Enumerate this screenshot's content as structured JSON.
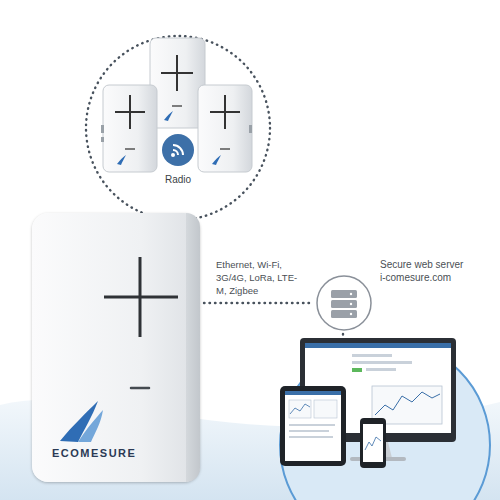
{
  "diagram": {
    "nodes": [
      {
        "text": [
          "Radio"
        ]
      },
      {
        "text": [
          "ECOMESURE"
        ]
      },
      {
        "text": [
          "Secure web server",
          "i-comesure.com"
        ]
      }
    ],
    "edges": [
      {
        "from": 1,
        "to": 2,
        "arrow": "none",
        "label": "Ethernet, Wi-Fi, 3G/4G, LoRa, LTE-M, Zigbee"
      }
    ]
  }
}
